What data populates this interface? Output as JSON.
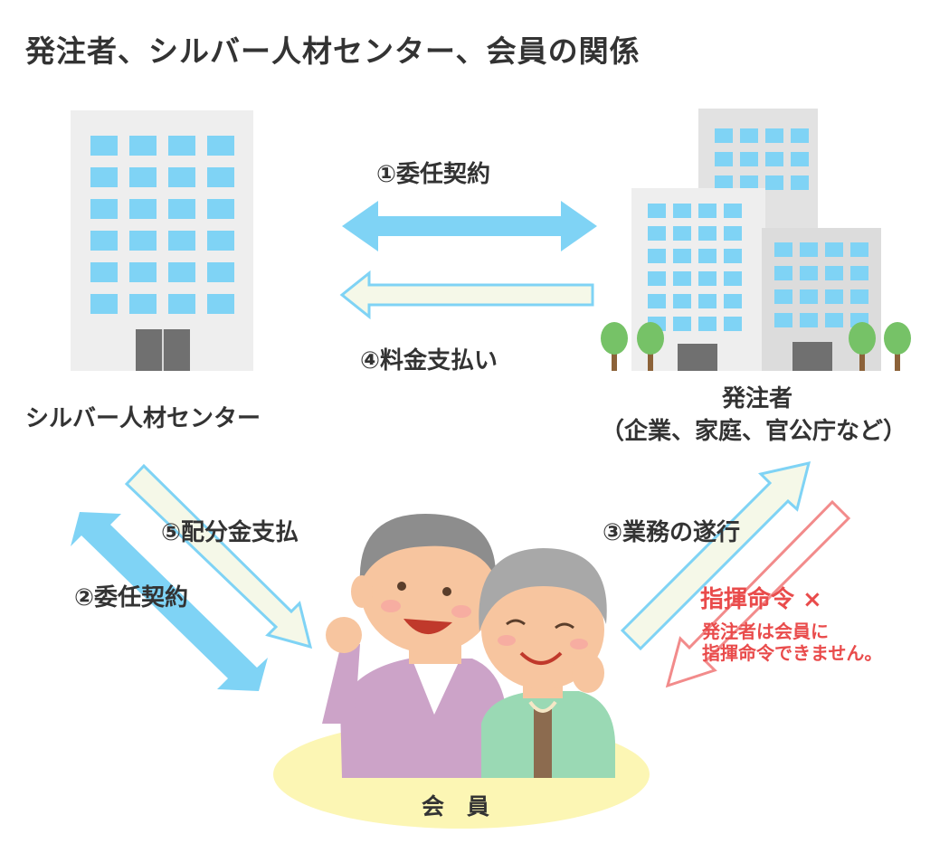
{
  "title": "発注者、シルバー人材センター、会員の関係",
  "nodes": {
    "silver_center": "シルバー人材センター",
    "orderer": "発注者",
    "orderer_sub": "（企業、家庭、官公庁など）",
    "member": "会　員"
  },
  "edges": {
    "contract_1": "①委任契約",
    "fee_payment_4": "④料金支払い",
    "contract_2": "②委任契約",
    "distribution_5": "⑤配分金支払",
    "work_3": "③業務の遂行",
    "command": "指揮命令 ×",
    "command_note_1": "発注者は会員に",
    "command_note_2": "指揮命令できません。"
  },
  "colors": {
    "blue_arrow": "#7fd3f5",
    "outline_arrow_fill": "#f5f8e8",
    "red_arrow": "#f28b8b",
    "warning_text": "#e94b4b",
    "ellipse": "#fcf6b4",
    "building": "#eeeeee",
    "window": "#7fd3f5"
  }
}
